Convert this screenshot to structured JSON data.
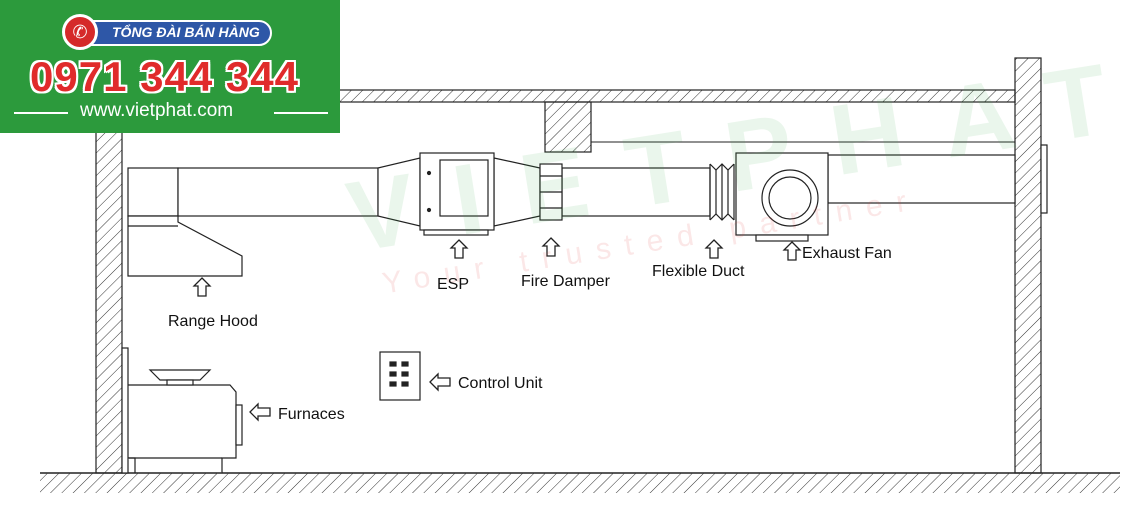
{
  "banner": {
    "hotline_label": "TỔNG ĐÀI BÁN HÀNG",
    "phone": "0971 344 344",
    "website": "www.vietphat.com",
    "colors": {
      "background": "#2c9a3c",
      "pill": "#2e57a7",
      "phone_number": "#e02b2b",
      "phone_icon": "#d52a2a"
    },
    "icon": "phone-icon"
  },
  "watermark": {
    "brand": "VIETPHAT",
    "tagline": "Your trusted partner"
  },
  "labels": {
    "range_hood": "Range Hood",
    "esp": "ESP",
    "fire_damper": "Fire Damper",
    "flexible_duct": "Flexible Duct",
    "exhaust_fan": "Exhaust Fan",
    "control_unit": "Control Unit",
    "furnaces": "Furnaces"
  }
}
